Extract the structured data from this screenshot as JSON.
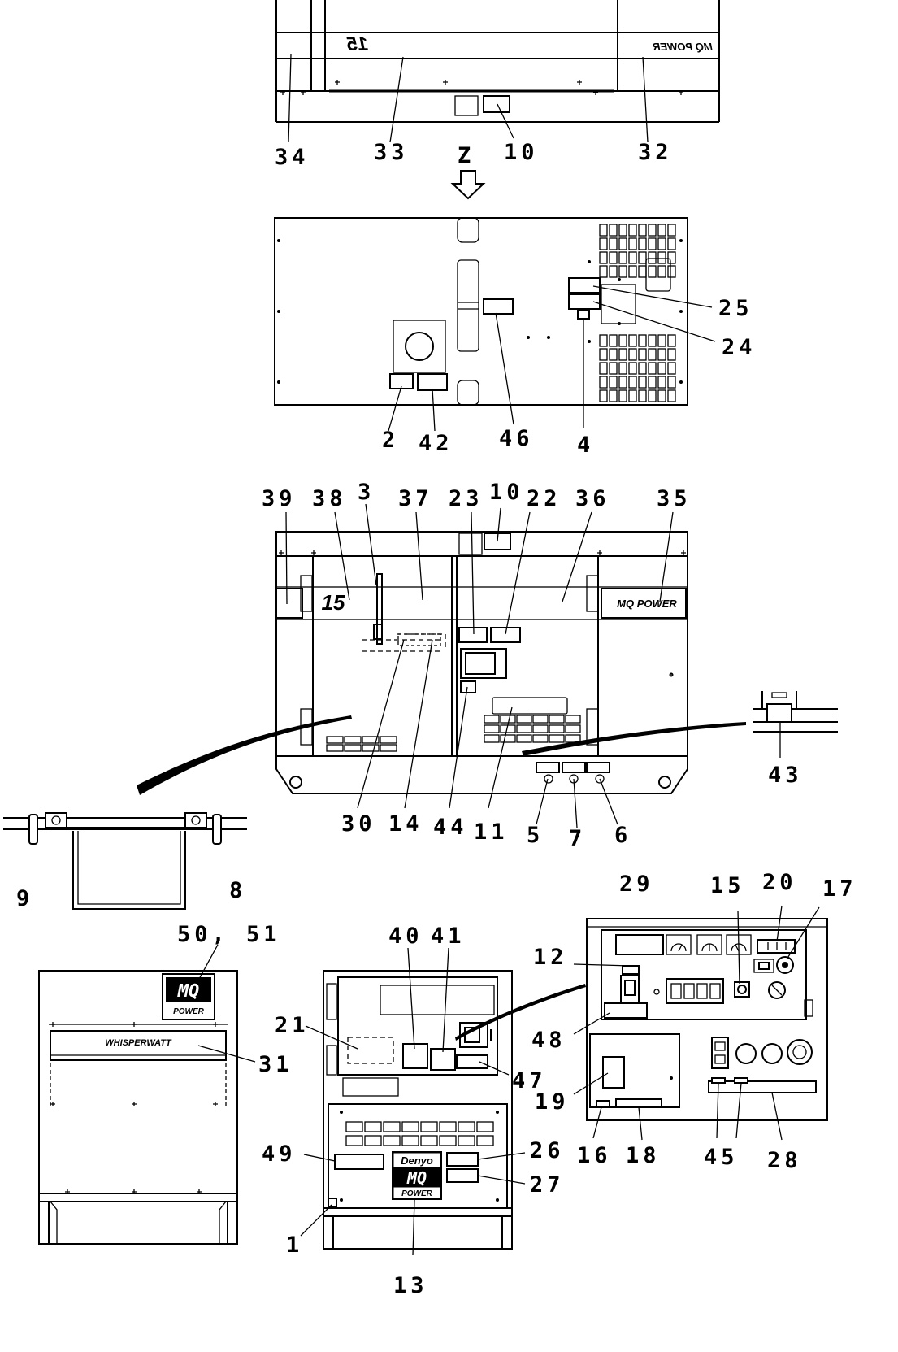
{
  "callouts": {
    "c34": "34",
    "c33": "33",
    "c10a": "10",
    "c32": "32",
    "z": "Z",
    "c25": "25",
    "c24": "24",
    "c2": "2",
    "c42": "42",
    "c46": "46",
    "c4": "4",
    "c39": "39",
    "c38": "38",
    "c3": "3",
    "c37": "37",
    "c23": "23",
    "c10b": "10",
    "c22": "22",
    "c36": "36",
    "c35": "35",
    "c43": "43",
    "c30": "30",
    "c14": "14",
    "c44": "44",
    "c11": "11",
    "c5": "5",
    "c7": "7",
    "c6": "6",
    "c9": "9",
    "c8": "8",
    "c5051": "50, 51",
    "c31": "31",
    "c40": "40",
    "c41": "41",
    "c21": "21",
    "c47": "47",
    "c49": "49",
    "c26": "26",
    "c27": "27",
    "c1": "1",
    "c13": "13",
    "c29": "29",
    "c15": "15",
    "c20": "20",
    "c17": "17",
    "c12": "12",
    "c48": "48",
    "c19": "19",
    "c16": "16",
    "c18": "18",
    "c45": "45",
    "c28": "28"
  },
  "decals": {
    "top_model": "15",
    "top_brand": "MQ POWER",
    "front_model": "15",
    "front_brand": "MQ POWER",
    "logo_mq": "MQ",
    "logo_power": "POWER",
    "whisperwatt": "WHISPERWATT",
    "denyo": "Denyo",
    "denyo_mq": "MQ",
    "denyo_power": "POWER"
  }
}
